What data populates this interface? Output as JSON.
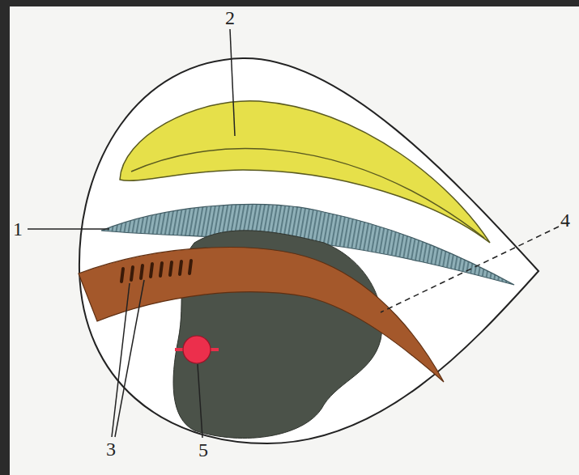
{
  "diagram": {
    "labels": [
      "2",
      "1",
      "4",
      "3",
      "5"
    ]
  }
}
